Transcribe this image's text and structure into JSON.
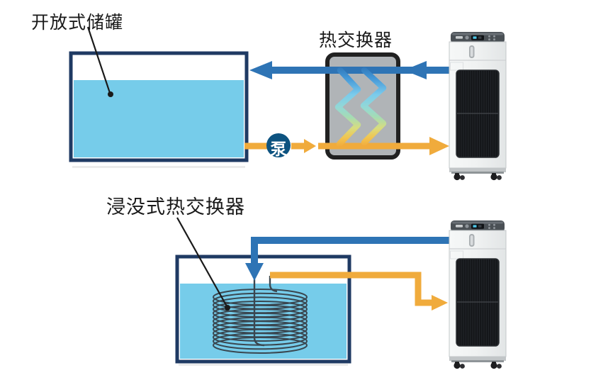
{
  "top_system": {
    "tank_label": "开放式储罐",
    "heat_exchanger_label": "热交换器",
    "pump_label": "泵"
  },
  "bottom_system": {
    "coil_label": "浸没式热交换器"
  },
  "colors": {
    "water": "#76CCEA",
    "tank_border": "#1F3A63",
    "cold_pipe": "#2E74B5",
    "warm_pipe": "#F0AB3C",
    "pump_circle": "#0D5380",
    "heat_exchanger_fill": "#B0B4B7",
    "heat_exchanger_border": "#212121",
    "coil_stroke": "#3A4750",
    "chiller_cap": "#4A5055",
    "chiller_body": "#EFF1F1",
    "chiller_grille": "#141619",
    "label_text": "#1A1A1A"
  }
}
